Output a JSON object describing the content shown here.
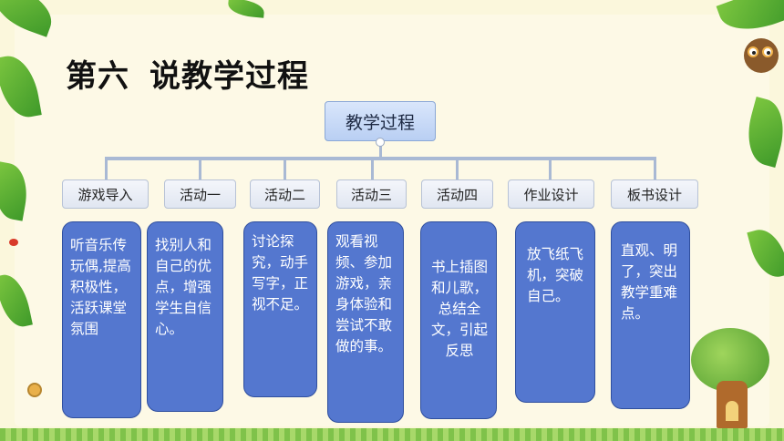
{
  "title": {
    "part1": "第六",
    "part2": "说教学过程"
  },
  "root": {
    "label": "教学过程"
  },
  "branches": [
    {
      "label": "游戏导入",
      "content": "听音乐传玩偶,提高积极性，活跃课堂氛围"
    },
    {
      "label": "活动一",
      "content": "找别人和自己的优点，增强学生自信心。"
    },
    {
      "label": "活动二",
      "content": "讨论探究，动手写字，正视不足。"
    },
    {
      "label": "活动三",
      "content": "观看视频、参加游戏，亲身体验和尝试不敢做的事。"
    },
    {
      "label": "活动四",
      "content": "书上插图和儿歌，总结全文，引起反思"
    },
    {
      "label": "作业设计",
      "content": "放飞纸飞机，突破自己。"
    },
    {
      "label": "板书设计",
      "content": "直观、明了，突出教学重难点。"
    }
  ],
  "colors": {
    "card": "#5477cf",
    "connector": "#a9b9d4",
    "root_fill": "#c7d9f6",
    "background": "#fbf7dc"
  }
}
